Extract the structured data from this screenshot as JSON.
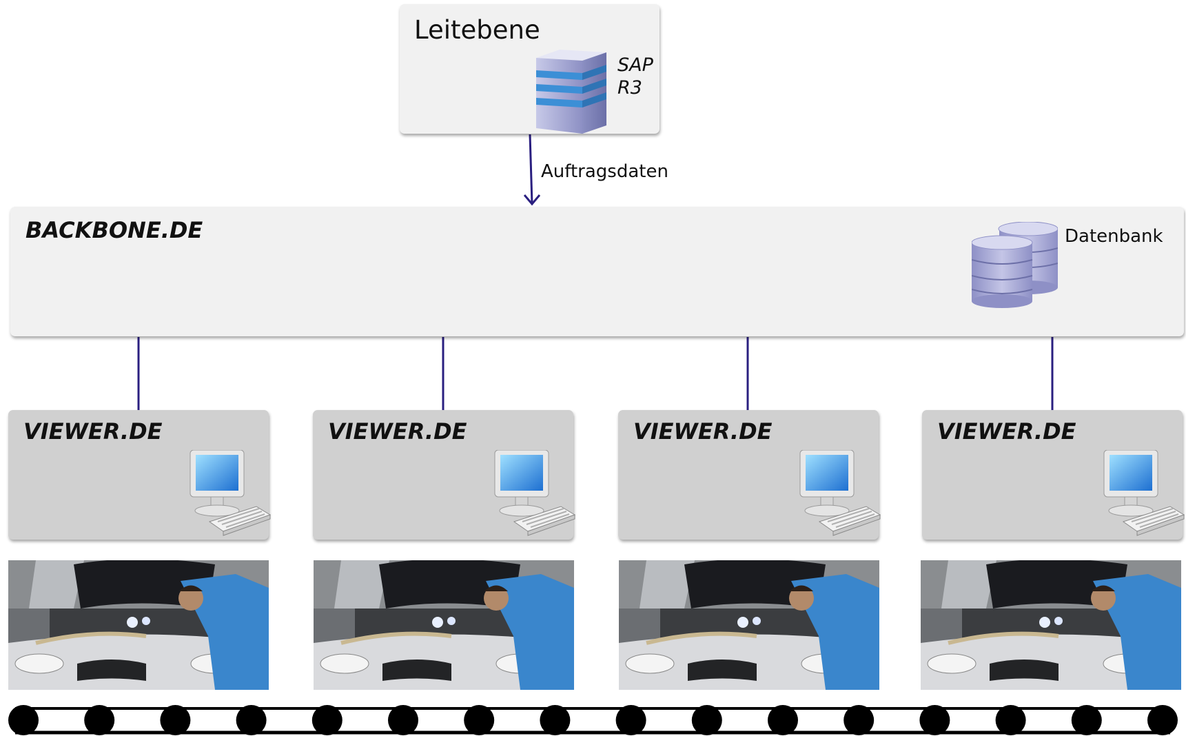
{
  "leitebene": {
    "title": "Leitebene",
    "system_line1": "SAP",
    "system_line2": "R3"
  },
  "connector": {
    "label": "Auftragsdaten"
  },
  "backbone": {
    "title": "BACKBONE.DE",
    "database_label": "Datenbank"
  },
  "viewers": [
    {
      "title": "VIEWER.DE"
    },
    {
      "title": "VIEWER.DE"
    },
    {
      "title": "VIEWER.DE"
    },
    {
      "title": "VIEWER.DE"
    }
  ],
  "colors": {
    "line": "#2a1f80",
    "panel_light": "#f1f1f1",
    "panel_mid": "#d0d0d0"
  },
  "icons": {
    "server": "server-stack-icon",
    "database": "database-icon",
    "computer": "computer-icon",
    "photo": "car-mechanic-photo",
    "conveyor": "conveyor-belt"
  }
}
